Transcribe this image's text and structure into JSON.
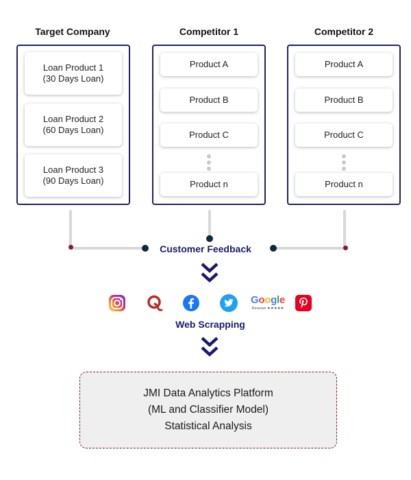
{
  "columns": [
    {
      "title": "Target Company",
      "items": [
        {
          "line1": "Loan Product 1",
          "line2": "(30 Days Loan)"
        },
        {
          "line1": "Loan Product 2",
          "line2": "(60 Days Loan)"
        },
        {
          "line1": "Loan Product 3",
          "line2": "(90 Days Loan)"
        }
      ]
    },
    {
      "title": "Competitor 1",
      "items": [
        "Product A",
        "Product B",
        "Product C",
        "Product n"
      ]
    },
    {
      "title": "Competitor 2",
      "items": [
        "Product A",
        "Product B",
        "Product C",
        "Product n"
      ]
    }
  ],
  "feedback_label": "Customer Feedback",
  "scraping_label": "Web Scrapping",
  "sources": [
    {
      "name": "Instagram",
      "icon": "instagram-icon",
      "color": "#d6249f"
    },
    {
      "name": "Quora",
      "icon": "quora-icon",
      "color": "#b92b27"
    },
    {
      "name": "Facebook",
      "icon": "facebook-icon",
      "color": "#1877f2"
    },
    {
      "name": "Twitter",
      "icon": "twitter-icon",
      "color": "#1da1f2"
    },
    {
      "name": "Google Reviews",
      "icon": "google-reviews-logo",
      "brand": "Google",
      "sub": "Reviews ★★★★★"
    },
    {
      "name": "Pinterest",
      "icon": "pinterest-icon",
      "color": "#e60023"
    }
  ],
  "platform": {
    "line1": "JMI Data Analytics Platform",
    "line2": "(ML and Classifier Model)",
    "line3": "Statistical Analysis"
  },
  "colors": {
    "frame": "#1f1f6b",
    "accent_dot": "#7a1f33",
    "node_dot": "#0d2a3a",
    "chevron": "#1a1a6b"
  }
}
